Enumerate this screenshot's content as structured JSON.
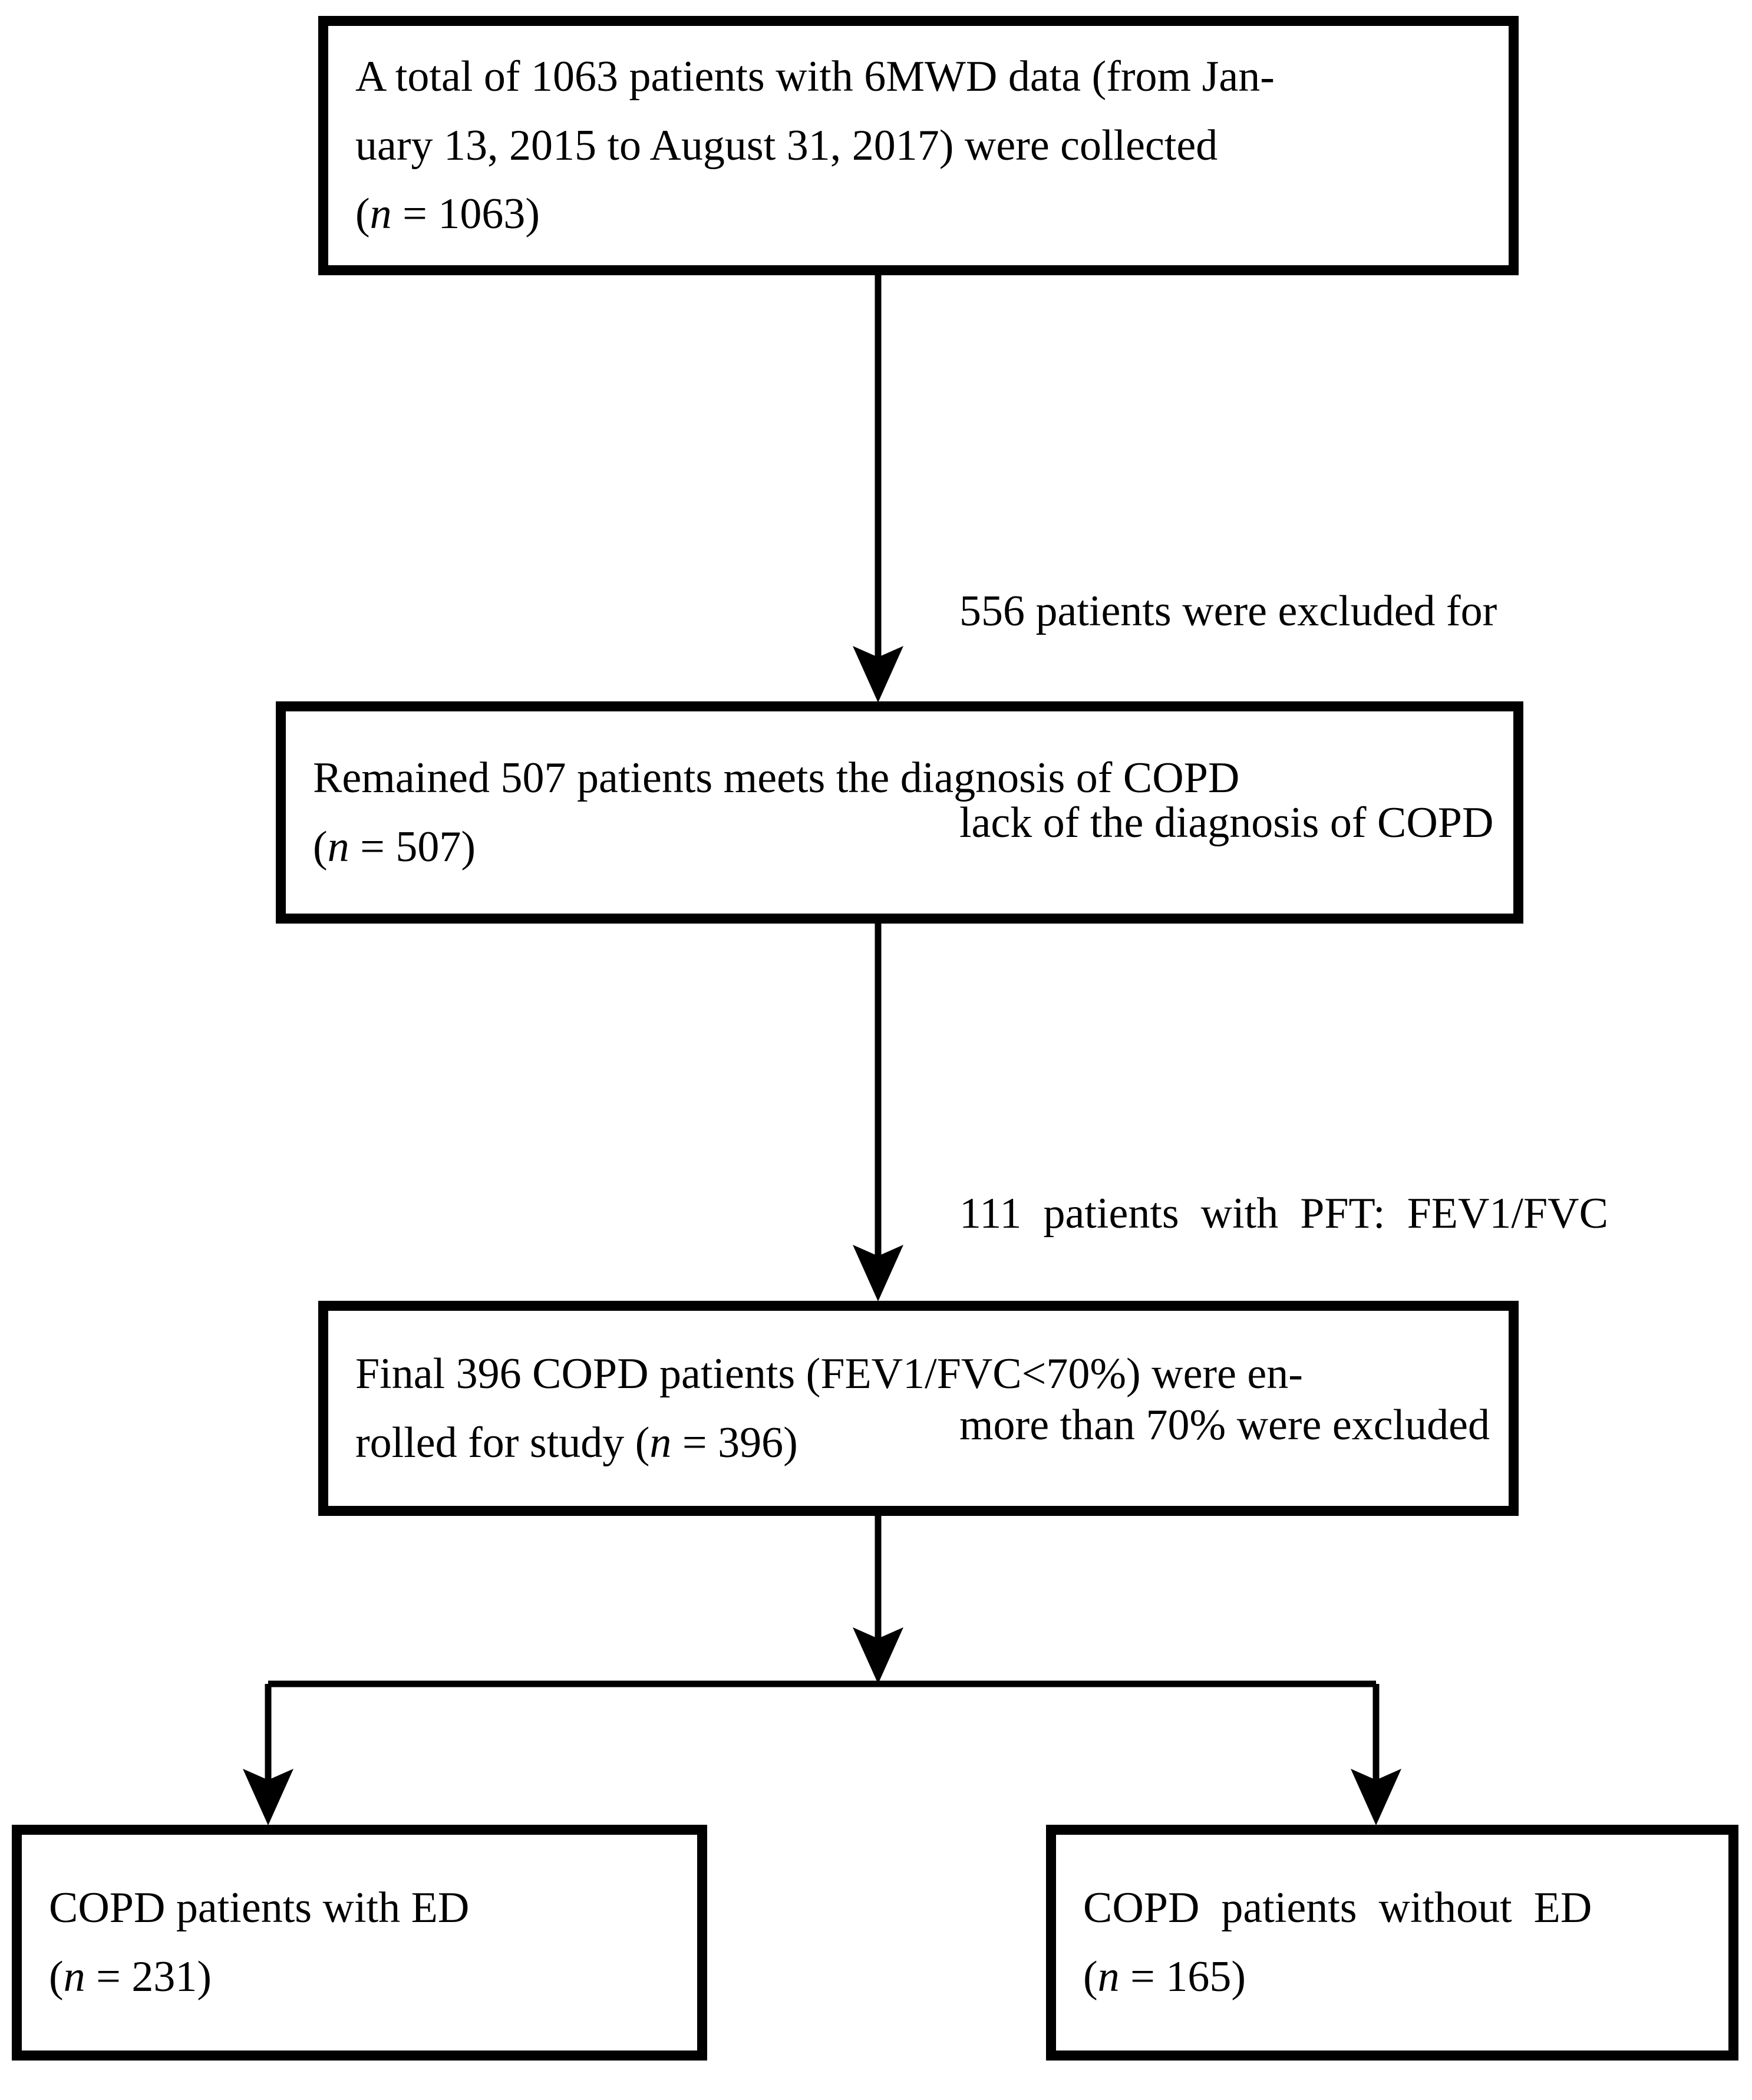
{
  "diagram": {
    "title": "COPD patient enrollment flow diagram",
    "type": "flowchart",
    "line_color": "#000000",
    "box_border_color": "#000000",
    "background_color": "#ffffff"
  },
  "nodes": {
    "total": {
      "id": "node-total",
      "line1": "A total of 1063 patients with 6MWD data (from Jan-",
      "line2": "uary 13, 2015 to August 31, 2017) were collected",
      "count_prefix": "(",
      "count_var": "n",
      "count_eq": " = 1063)",
      "count": 1063
    },
    "remained": {
      "id": "node-remained",
      "line1": "Remained 507 patients meets the diagnosis of COPD",
      "count_prefix": "(",
      "count_var": "n",
      "count_eq": " = 507)",
      "count": 507
    },
    "final": {
      "id": "node-final",
      "line1": "Final 396 COPD patients (FEV1/FVC<70%) were en-",
      "line2_pre": "rolled for study (",
      "count_var": "n",
      "line2_post": " = 396)",
      "count": 396
    },
    "with_ed": {
      "id": "node-with-ed",
      "line1": "COPD patients with ED",
      "count_prefix": "(",
      "count_var": "n",
      "count_eq": " = 231)",
      "count": 231
    },
    "without_ed": {
      "id": "node-without-ed",
      "line1": "COPD  patients  without  ED",
      "count_prefix": "(",
      "count_var": "n",
      "count_eq": " = 165)",
      "count": 165
    }
  },
  "edge_labels": {
    "excluded_copd": {
      "line1": "556 patients were excluded for",
      "line2": "lack of the diagnosis of COPD",
      "excluded_count": 556
    },
    "excluded_pft": {
      "line1": "111  patients  with  PFT:  FEV1/FVC",
      "line2": "more than 70% were excluded",
      "excluded_count": 111,
      "threshold": "70%"
    }
  }
}
